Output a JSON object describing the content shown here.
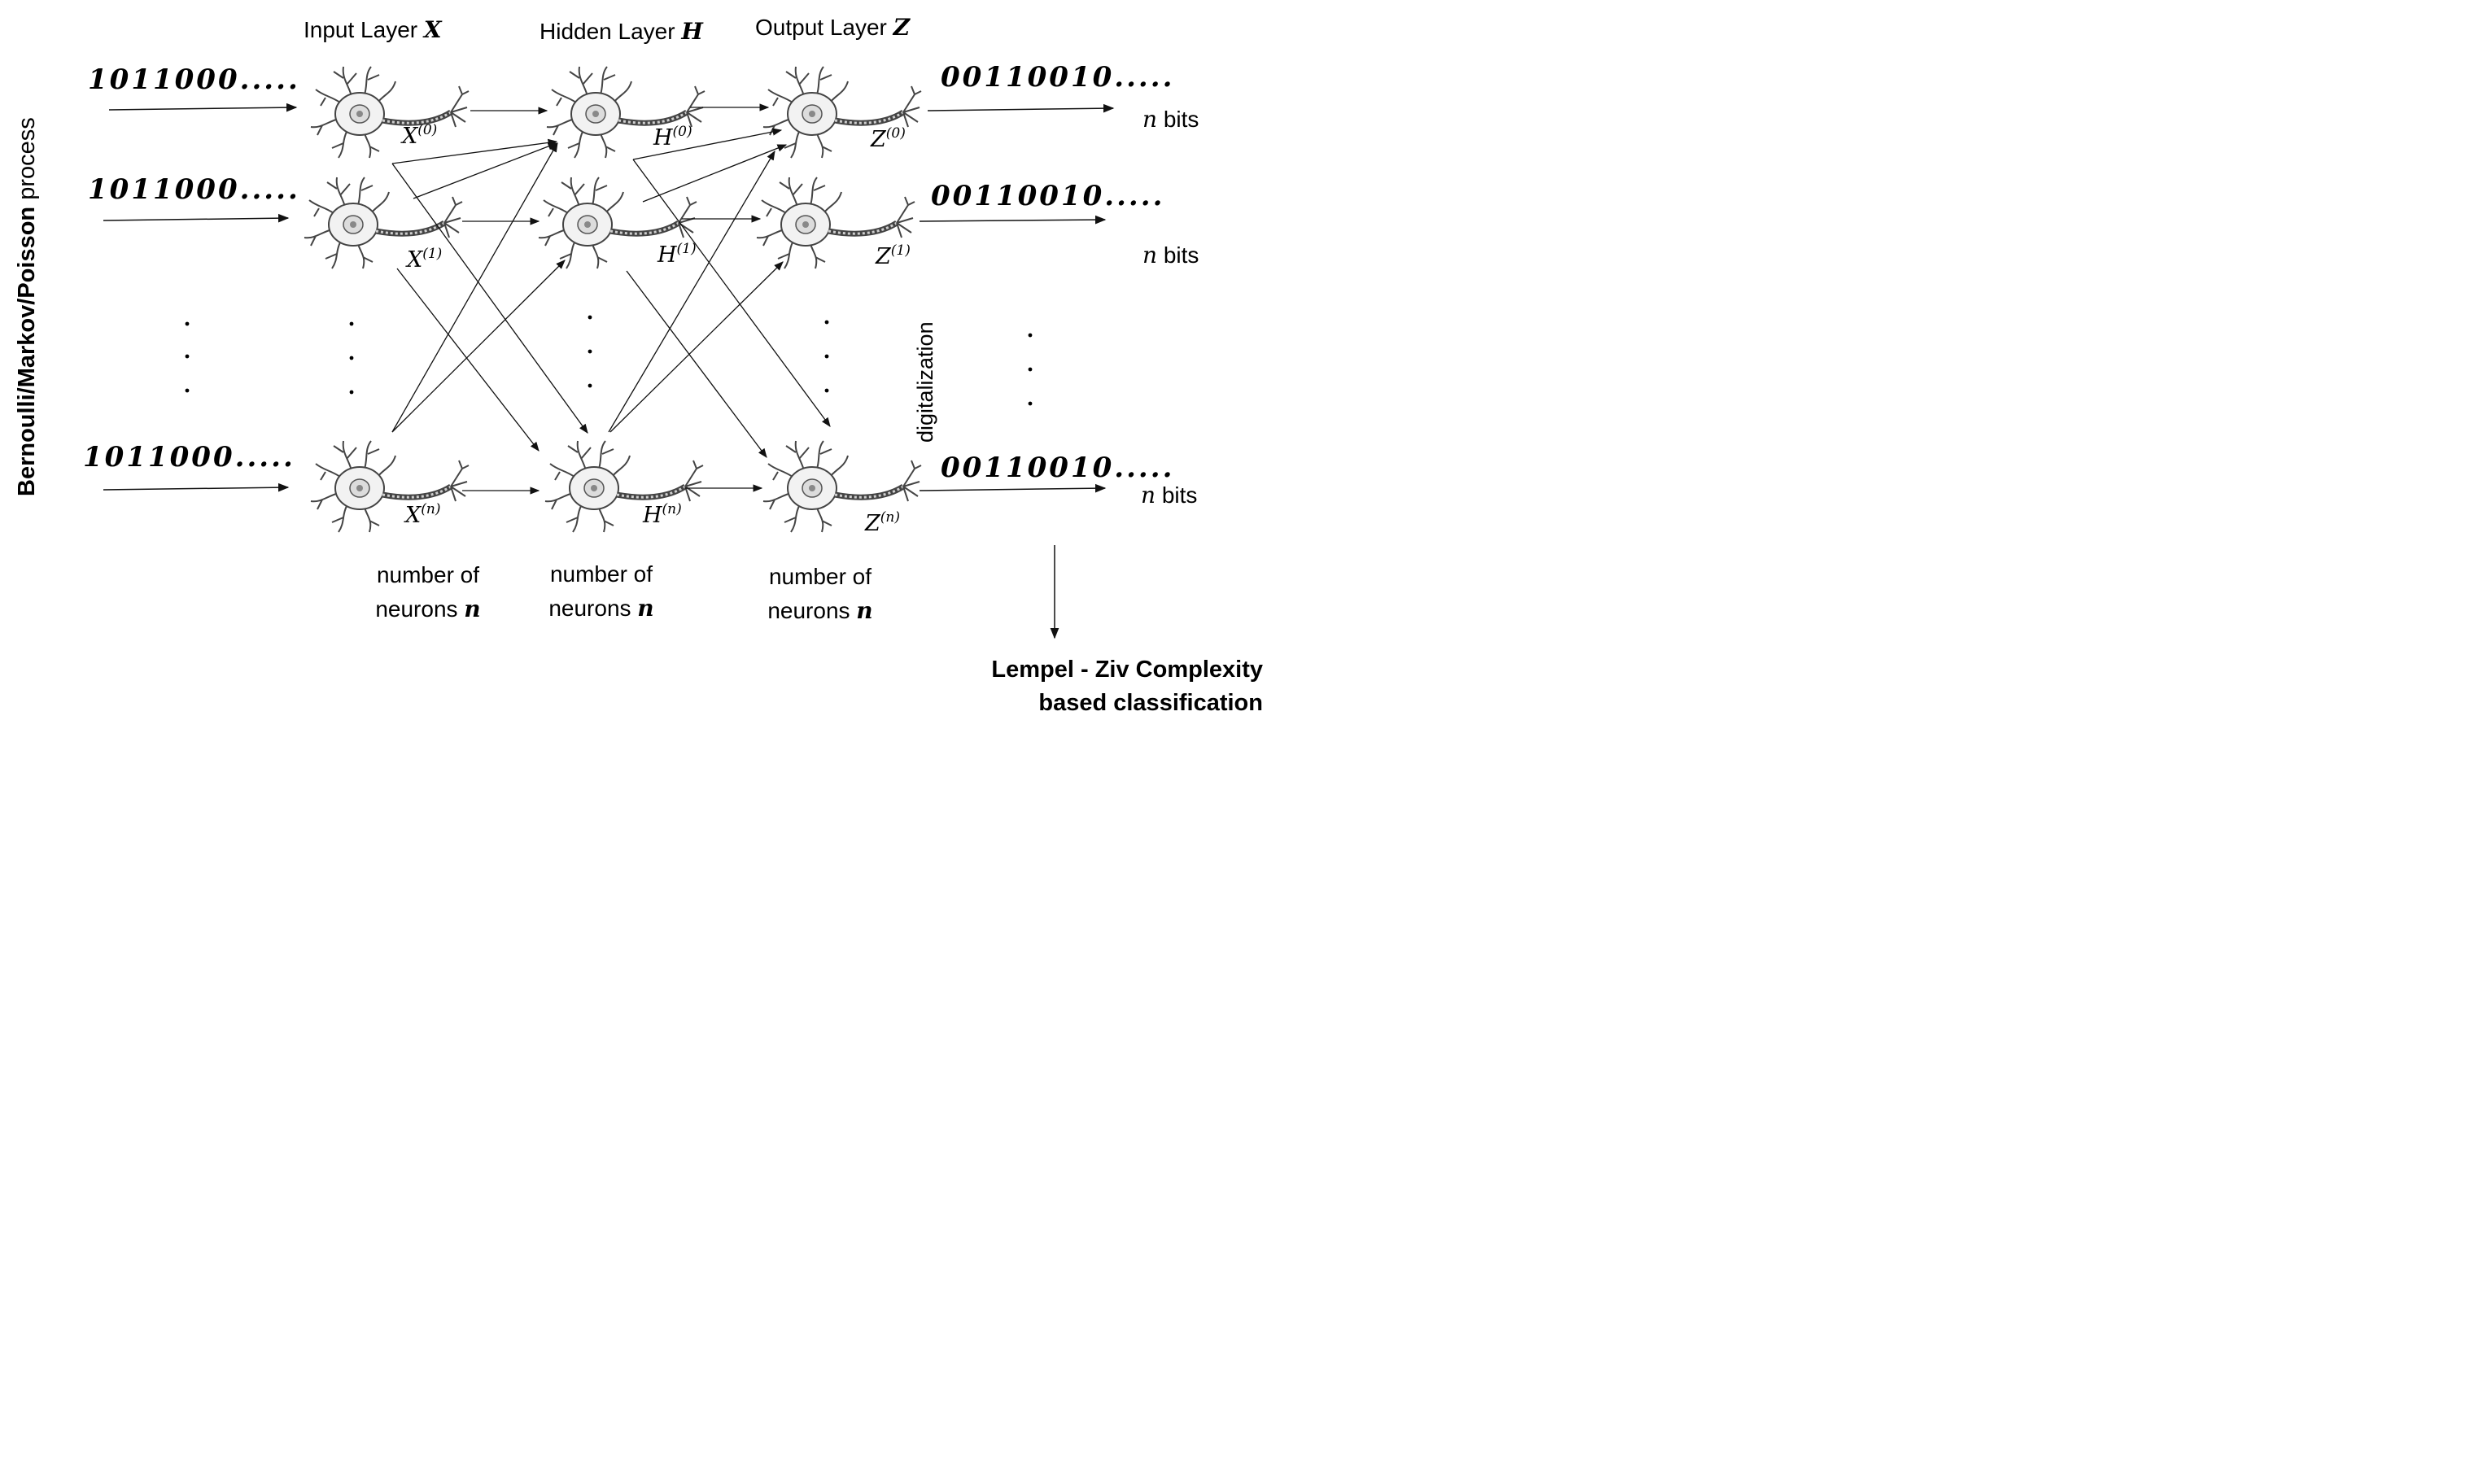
{
  "side_label": {
    "bold": "Bernoulli/Markov/Poisson",
    "normal": " process"
  },
  "layers": [
    {
      "prefix": "Input Layer ",
      "var": "X"
    },
    {
      "prefix": "Hidden Layer ",
      "var": "H"
    },
    {
      "prefix": "Output Layer ",
      "var": "Z"
    }
  ],
  "input_sequences": [
    "1011000.....",
    "1011000.....",
    "1011000....."
  ],
  "output_sequences": [
    "00110010.....",
    "00110010.....",
    "00110010....."
  ],
  "neurons": {
    "X": [
      {
        "base": "X",
        "sup": "(0)"
      },
      {
        "base": "X",
        "sup": "(1)"
      },
      {
        "base": "X",
        "sup": "(n)"
      }
    ],
    "H": [
      {
        "base": "H",
        "sup": "(0)"
      },
      {
        "base": "H",
        "sup": "(1)"
      },
      {
        "base": "H",
        "sup": "(n)"
      }
    ],
    "Z": [
      {
        "base": "Z",
        "sup": "(0)"
      },
      {
        "base": "Z",
        "sup": "(1)"
      },
      {
        "base": "Z",
        "sup": "(n)"
      }
    ]
  },
  "bits_label": {
    "var": "n",
    "text": " bits"
  },
  "neuron_count": {
    "line1": "number of",
    "line2": "neurons ",
    "var": "n"
  },
  "digitalization": "digitalization",
  "classification": {
    "line1": "Lempel - Ziv Complexity",
    "line2": "based classification"
  }
}
